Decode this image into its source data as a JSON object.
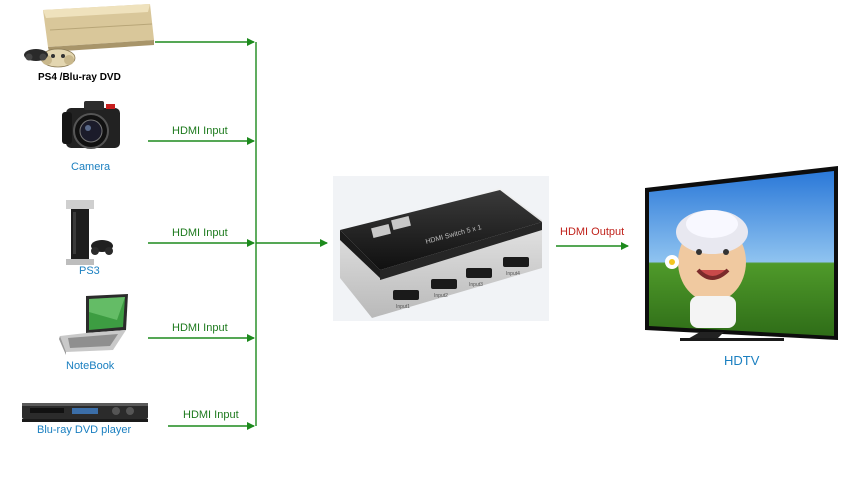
{
  "devices": [
    {
      "name": "PS4 /Blu-ray DVD",
      "icon": "ps4-console-icon",
      "input_label": ""
    },
    {
      "name": "Camera",
      "icon": "camera-icon",
      "input_label": "HDMI Input"
    },
    {
      "name": "PS3",
      "icon": "ps3-console-icon",
      "input_label": "HDMI Input"
    },
    {
      "name": "NoteBook",
      "icon": "notebook-icon",
      "input_label": "HDMI Input"
    },
    {
      "name": "Blu-ray DVD player",
      "icon": "dvd-player-icon",
      "input_label": "HDMI Input"
    }
  ],
  "switch": {
    "icon": "hdmi-switch-icon",
    "top_text": "HDMI Switch 5 x 1",
    "ports": [
      "Input1",
      "Input2",
      "Input3",
      "Input4"
    ]
  },
  "output_label": "HDMI Output",
  "tv": {
    "name": "HDTV",
    "icon": "hdtv-icon"
  },
  "colors": {
    "input_arrows": "#1d8a1d",
    "output_arrow": "#1d8a1d",
    "input_text": "#1d7a1d",
    "output_text": "#c0221b",
    "device_text": "#1a7fc0"
  }
}
